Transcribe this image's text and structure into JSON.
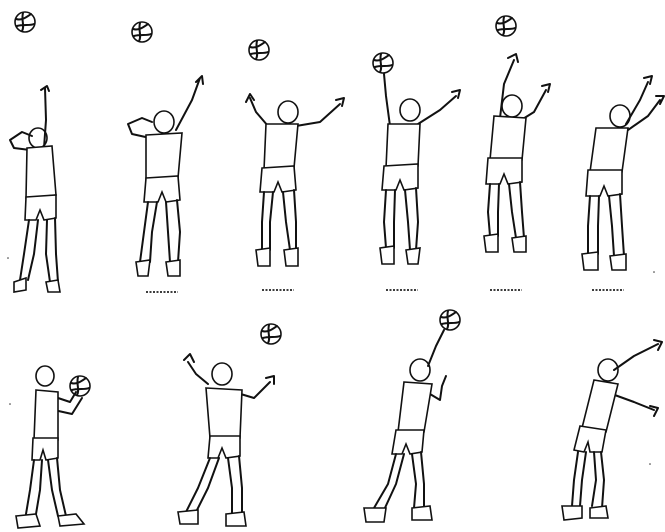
{
  "illustration": {
    "subject": "volleyball-serve-sequence",
    "ink_color": "#111111",
    "paper_color": "#ffffff",
    "rows": [
      {
        "name": "top-row",
        "frames": 6
      },
      {
        "name": "bottom-row",
        "frames": 4
      }
    ]
  }
}
